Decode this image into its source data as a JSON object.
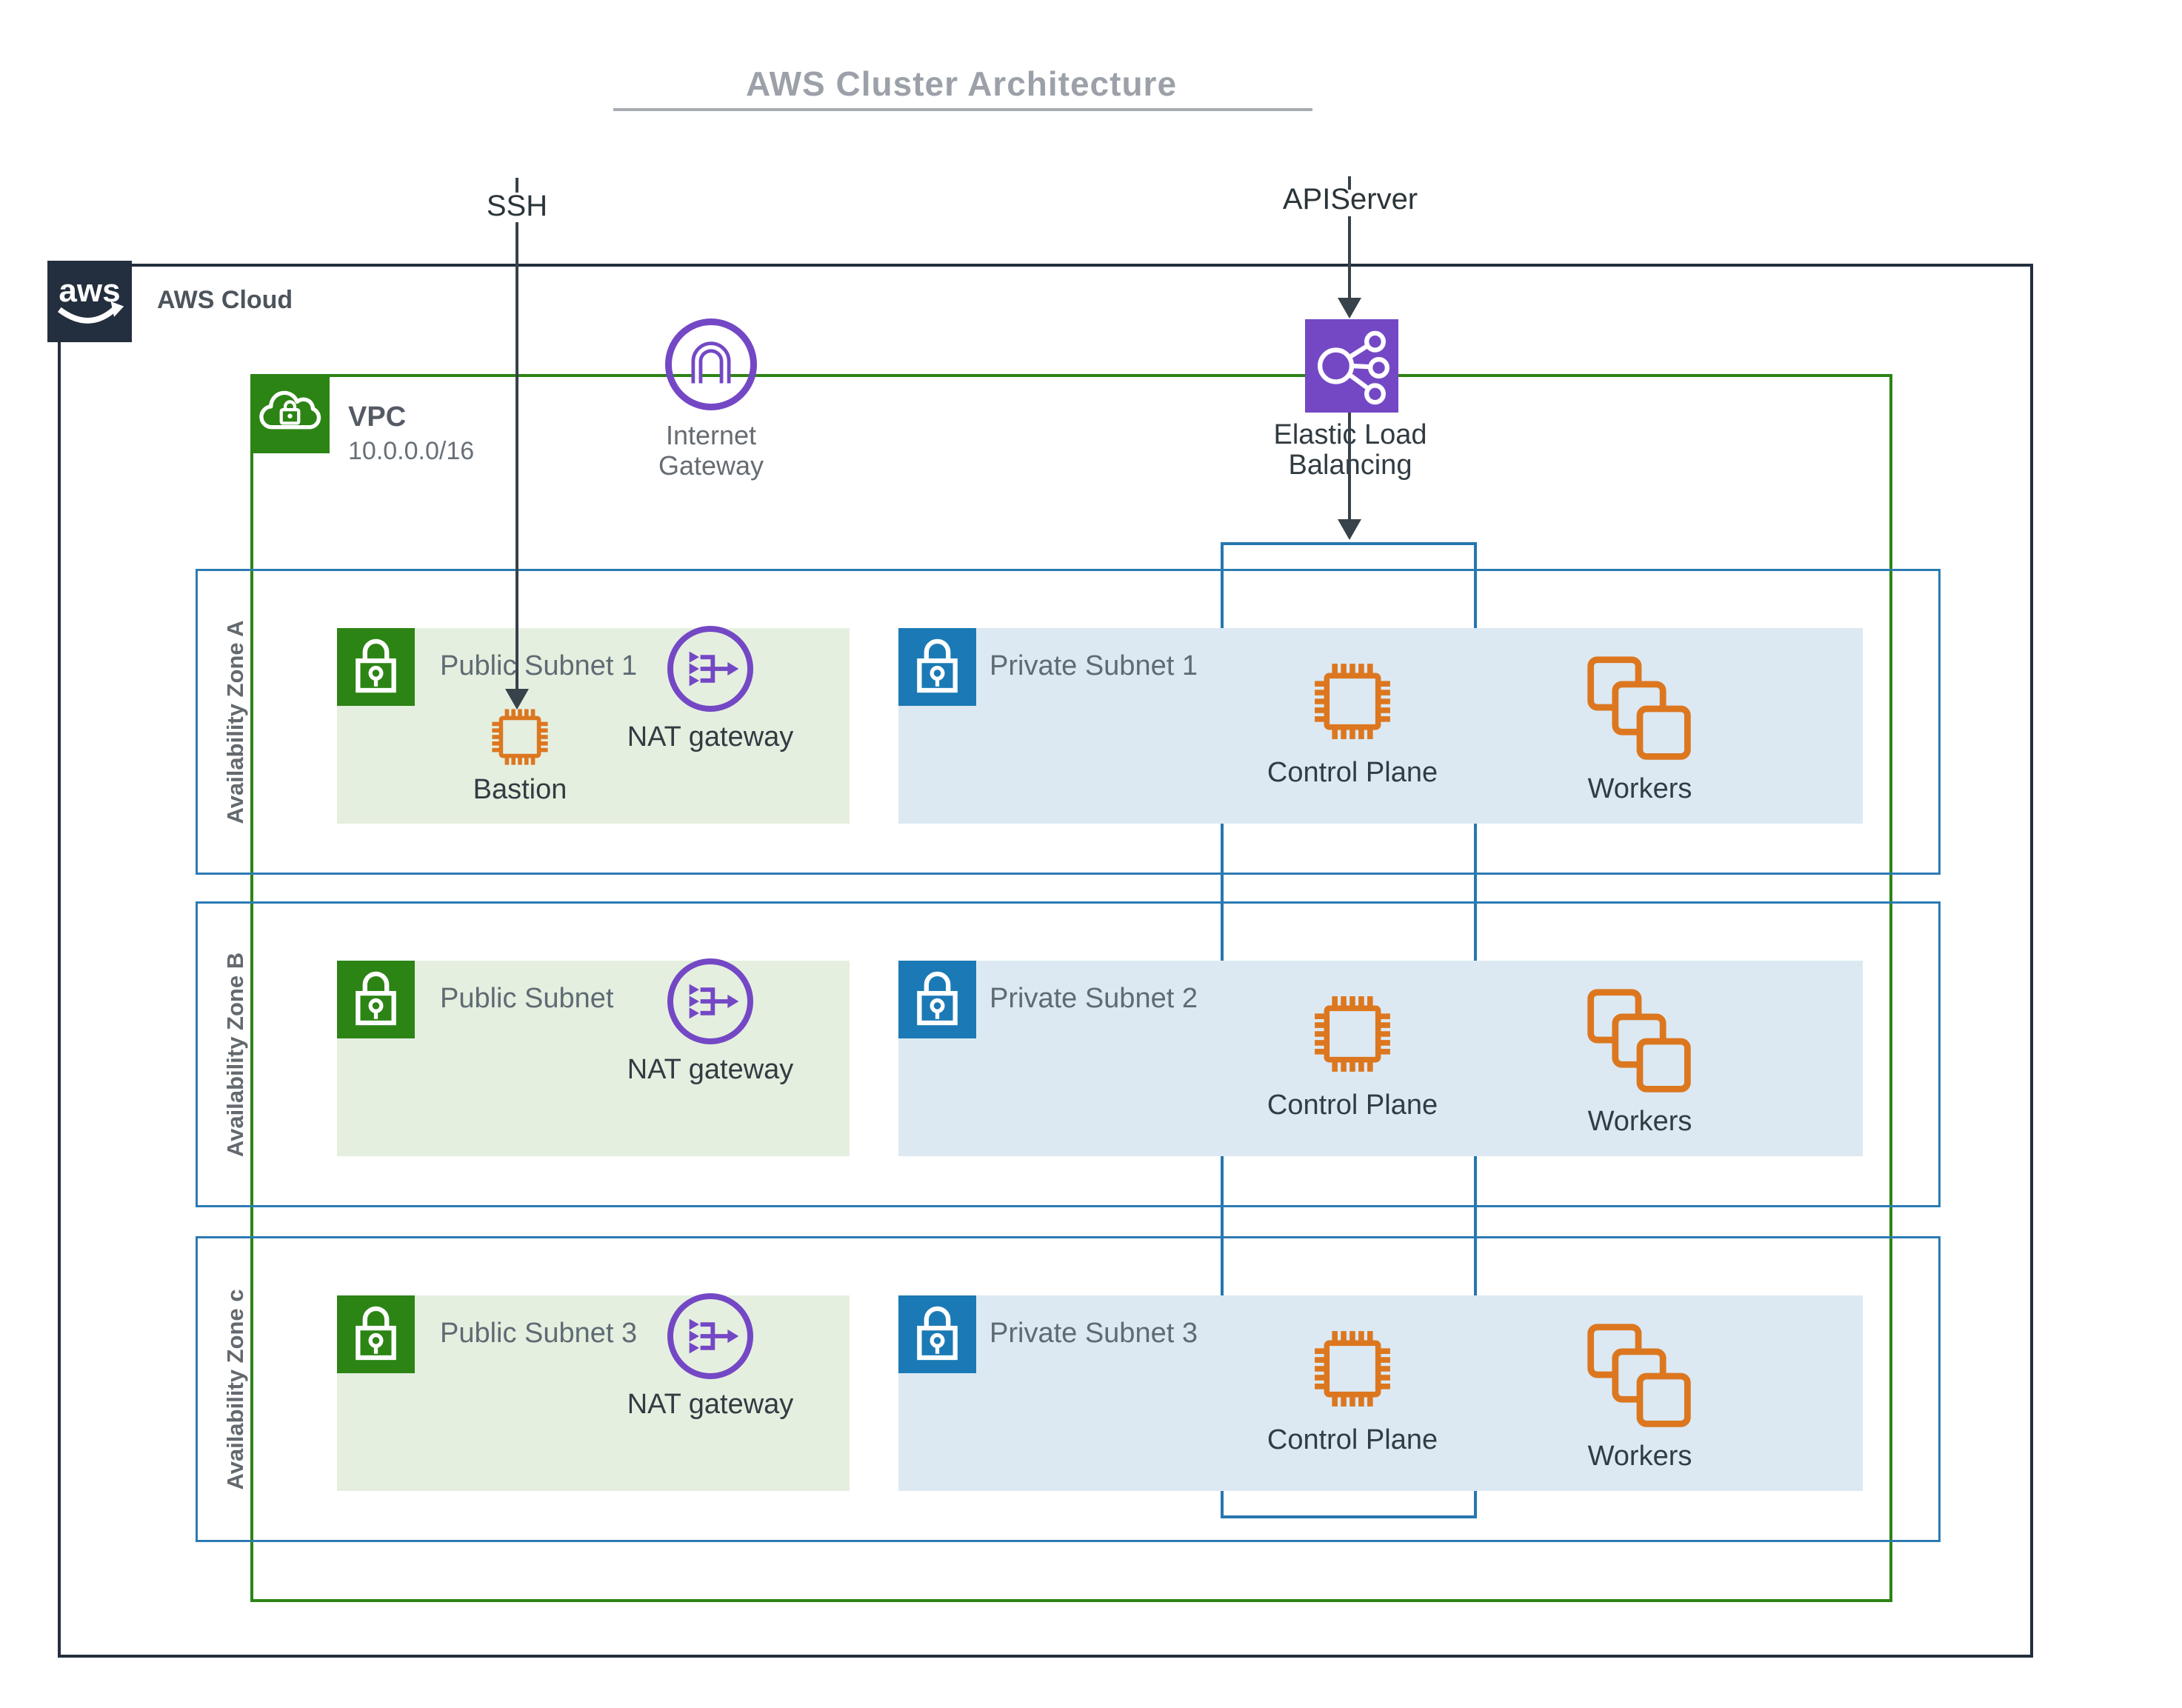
{
  "title": "AWS Cluster Architecture",
  "annotations": {
    "ssh": "SSH",
    "apiserver": "APIServer"
  },
  "aws_cloud": {
    "label": "AWS Cloud",
    "logo_text": "aws"
  },
  "vpc": {
    "label": "VPC",
    "cidr": "10.0.0.0/16"
  },
  "internet_gateway": {
    "label_line1": "Internet",
    "label_line2": "Gateway"
  },
  "elastic_load_balancing": {
    "label_line1": "Elastic Load",
    "label_line2": "Balancing"
  },
  "zones": [
    {
      "label": "Availability Zone A",
      "public_subnet": {
        "title": "Public Subnet 1",
        "nat_label": "NAT gateway",
        "bastion_label": "Bastion"
      },
      "private_subnet": {
        "title": "Private Subnet 1",
        "control_label": "Control Plane",
        "workers_label": "Workers"
      }
    },
    {
      "label": "Availability Zone B",
      "public_subnet": {
        "title": "Public Subnet",
        "nat_label": "NAT gateway"
      },
      "private_subnet": {
        "title": "Private Subnet 2",
        "control_label": "Control Plane",
        "workers_label": "Workers"
      }
    },
    {
      "label": "Availability Zone c",
      "public_subnet": {
        "title": "Public Subnet 3",
        "nat_label": "NAT gateway"
      },
      "private_subnet": {
        "title": "Private Subnet 3",
        "control_label": "Control Plane",
        "workers_label": "Workers"
      }
    }
  ],
  "colors": {
    "navy": "#232f3e",
    "green": "#2C8415",
    "green_fill": "#E5EFE0",
    "zone_blue": "#2B7BB3",
    "lock_blue": "#1B7AB5",
    "blue_fill": "#DCE9F3",
    "purple": "#7448C5",
    "orange": "#DC771F",
    "line": "#37424A",
    "title_gray": "#9CA1A9",
    "label_gray": "#666C72",
    "subnet_text": "#5F6B73"
  }
}
